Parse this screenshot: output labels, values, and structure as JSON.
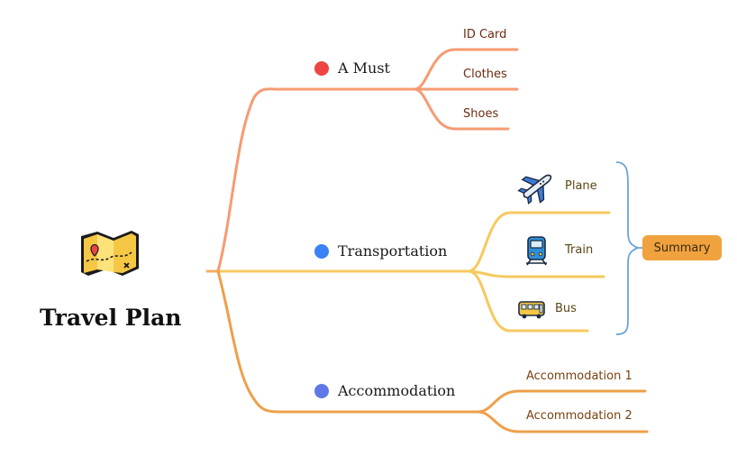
{
  "title": "Travel Plan",
  "colors": {
    "branch_must": "#f79a72",
    "branch_transport": "#f5ca5e",
    "branch_accommodation": "#eda04a",
    "dot_must": "#ef4444",
    "dot_transport": "#3b82f6",
    "dot_accommodation": "#6078e6",
    "summary_bg": "#f0a23e",
    "summary_bracket": "#6aa5d8",
    "text_must": "#6b2a10",
    "text_transport": "#5c4715",
    "text_accommodation": "#7a4210"
  },
  "branches": [
    {
      "label": "A Must",
      "dot_color": "#ef4444",
      "color": "#f79a72",
      "children": [
        {
          "label": "ID Card"
        },
        {
          "label": "Clothes"
        },
        {
          "label": "Shoes"
        }
      ]
    },
    {
      "label": "Transportation",
      "dot_color": "#3b82f6",
      "color": "#f5ca5e",
      "children": [
        {
          "label": "Plane",
          "icon": "airplane-icon"
        },
        {
          "label": "Train",
          "icon": "train-icon"
        },
        {
          "label": "Bus",
          "icon": "bus-icon"
        }
      ],
      "summary": "Summary"
    },
    {
      "label": "Accommodation",
      "dot_color": "#6078e6",
      "color": "#eda04a",
      "children": [
        {
          "label": "Accommodation 1"
        },
        {
          "label": "Accommodation 2"
        }
      ]
    }
  ],
  "root_icon": "folded-map-icon"
}
